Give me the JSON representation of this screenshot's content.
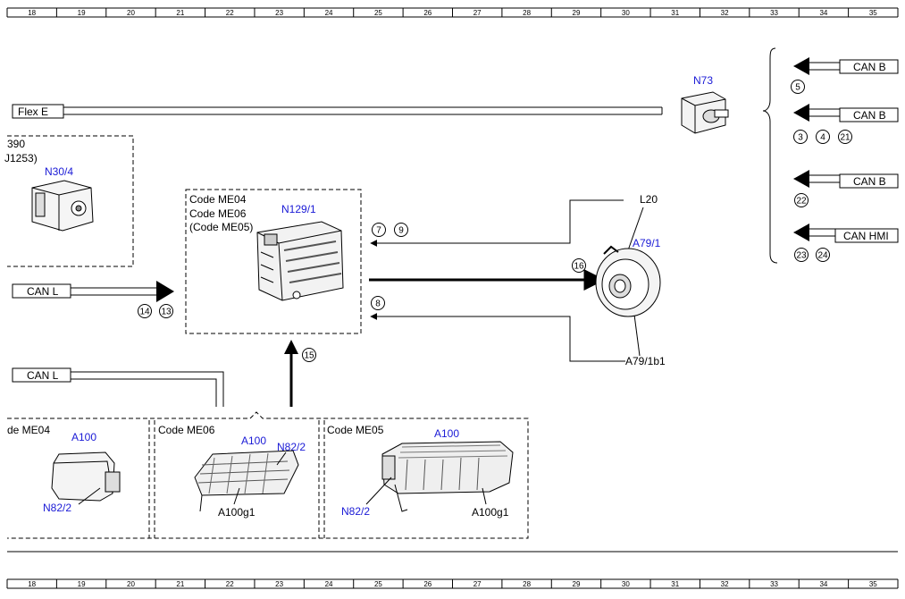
{
  "ruler": {
    "columns": [
      "18",
      "19",
      "20",
      "21",
      "22",
      "23",
      "24",
      "25",
      "26",
      "27",
      "28",
      "29",
      "30",
      "31",
      "32",
      "33",
      "34",
      "35"
    ]
  },
  "components": {
    "n73": {
      "id": "N73"
    },
    "n30_4": {
      "id": "N30/4",
      "frag1": "390",
      "frag2": "J1253)"
    },
    "n129_1": {
      "id": "N129/1",
      "code1": "Code ME04",
      "code2": "Code ME06",
      "code3": "(Code ME05)"
    },
    "a79_1": {
      "id": "A79/1",
      "l20": "L20",
      "sub": "A79/1b1"
    },
    "box_me04": {
      "code": "de ME04",
      "a100": "A100",
      "n82_2": "N82/2"
    },
    "box_me06": {
      "code": "Code ME06",
      "a100": "A100",
      "n82_2": "N82/2",
      "a100g1": "A100g1"
    },
    "box_me05": {
      "code": "Code ME05",
      "a100": "A100",
      "n82_2": "N82/2",
      "a100g1": "A100g1"
    }
  },
  "buses": {
    "flex_e": "Flex E",
    "can_l_1": "CAN L",
    "can_l_2": "CAN L",
    "can_b_1": "CAN B",
    "can_b_2": "CAN B",
    "can_b_3": "CAN B",
    "can_hmi": "CAN HMI"
  },
  "callouts": {
    "c5": "5",
    "c3": "3",
    "c4": "4",
    "c21": "21",
    "c22": "22",
    "c23": "23",
    "c24": "24",
    "c7": "7",
    "c9": "9",
    "c8": "8",
    "c16": "16",
    "c15": "15",
    "c14": "14",
    "c13": "13"
  }
}
